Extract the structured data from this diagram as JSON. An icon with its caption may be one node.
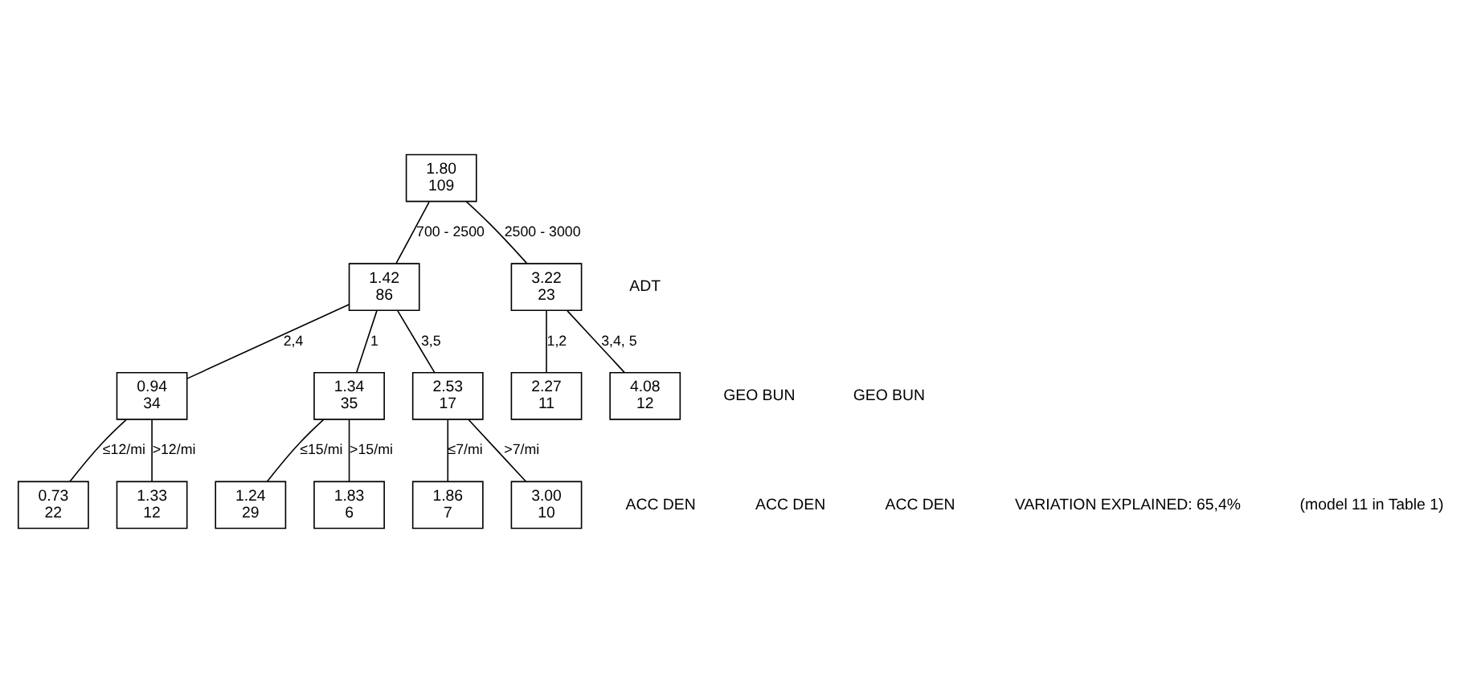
{
  "diagram": {
    "nodes": [
      {
        "text": [
          "1.80",
          "109"
        ]
      },
      {
        "text": [
          "1.42",
          "86"
        ]
      },
      {
        "text": [
          "3.22",
          "23"
        ]
      },
      {
        "text": [
          "0.94",
          "34"
        ]
      },
      {
        "text": [
          "1.34",
          "35"
        ]
      },
      {
        "text": [
          "2.53",
          "17"
        ]
      },
      {
        "text": [
          "2.27",
          "11"
        ]
      },
      {
        "text": [
          "4.08",
          "12"
        ]
      },
      {
        "text": [
          "0.73",
          "22"
        ]
      },
      {
        "text": [
          "1.33",
          "12"
        ]
      },
      {
        "text": [
          "1.24",
          "29"
        ]
      },
      {
        "text": [
          "1.83",
          "6"
        ]
      },
      {
        "text": [
          "1.86",
          "7"
        ]
      },
      {
        "text": [
          "3.00",
          "10"
        ]
      }
    ],
    "edges": [
      {
        "from": 0,
        "to": 1,
        "arrow": "none",
        "label": "700 - 2500"
      },
      {
        "from": 0,
        "to": 2,
        "arrow": "none",
        "label": "2500 - 3000"
      },
      {
        "from": 1,
        "to": 3,
        "arrow": "none",
        "label": "2,4"
      },
      {
        "from": 1,
        "to": 4,
        "arrow": "none",
        "label": "1"
      },
      {
        "from": 1,
        "to": 5,
        "arrow": "none",
        "label": "3,5"
      },
      {
        "from": 2,
        "to": 6,
        "arrow": "none",
        "label": "1,2"
      },
      {
        "from": 2,
        "to": 7,
        "arrow": "none",
        "label": "3,4, 5"
      },
      {
        "from": 3,
        "to": 8,
        "arrow": "none",
        "label": "≤12/mi"
      },
      {
        "from": 3,
        "to": 9,
        "arrow": "none",
        "label": ">12/mi"
      },
      {
        "from": 4,
        "to": 10,
        "arrow": "none",
        "label": "≤15/mi"
      },
      {
        "from": 4,
        "to": 11,
        "arrow": "none",
        "label": ">15/mi"
      },
      {
        "from": 5,
        "to": 12,
        "arrow": "none",
        "label": "≤7/mi"
      },
      {
        "from": 5,
        "to": 13,
        "arrow": "none",
        "label": ">7/mi"
      }
    ],
    "labels": [
      "ADT",
      "GEO BUN",
      "GEO BUN",
      "ACC DEN",
      "ACC DEN",
      "ACC DEN",
      "VARIATION EXPLAINED: 65,4%",
      "(model 11 in Table 1)"
    ]
  }
}
